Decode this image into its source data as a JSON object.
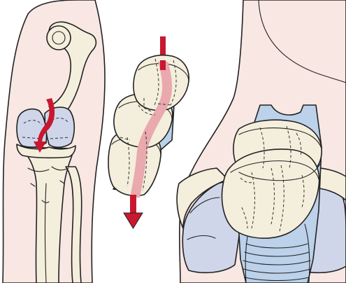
{
  "colors": {
    "skin": "#f8e7e3",
    "skin_edge": "#e9c9c2",
    "bone": "#f4eedc",
    "bone_shade": "#e8dfc6",
    "cartilage": "#cfd6ea",
    "ligament": "#bcd1ea",
    "arrow": "#c8182f",
    "bone_path_pink": "#e9a9ae",
    "ink": "#222222"
  },
  "panels": [
    {
      "view": "knee-limb-view",
      "arrow_direction": "down"
    },
    {
      "view": "spine-cylinders-view",
      "arrow_direction": "down",
      "segment_count": 3
    },
    {
      "view": "closeup-vertebra-view"
    }
  ],
  "icons": [
    "down-arrow-icon",
    "down-arrow-icon"
  ]
}
